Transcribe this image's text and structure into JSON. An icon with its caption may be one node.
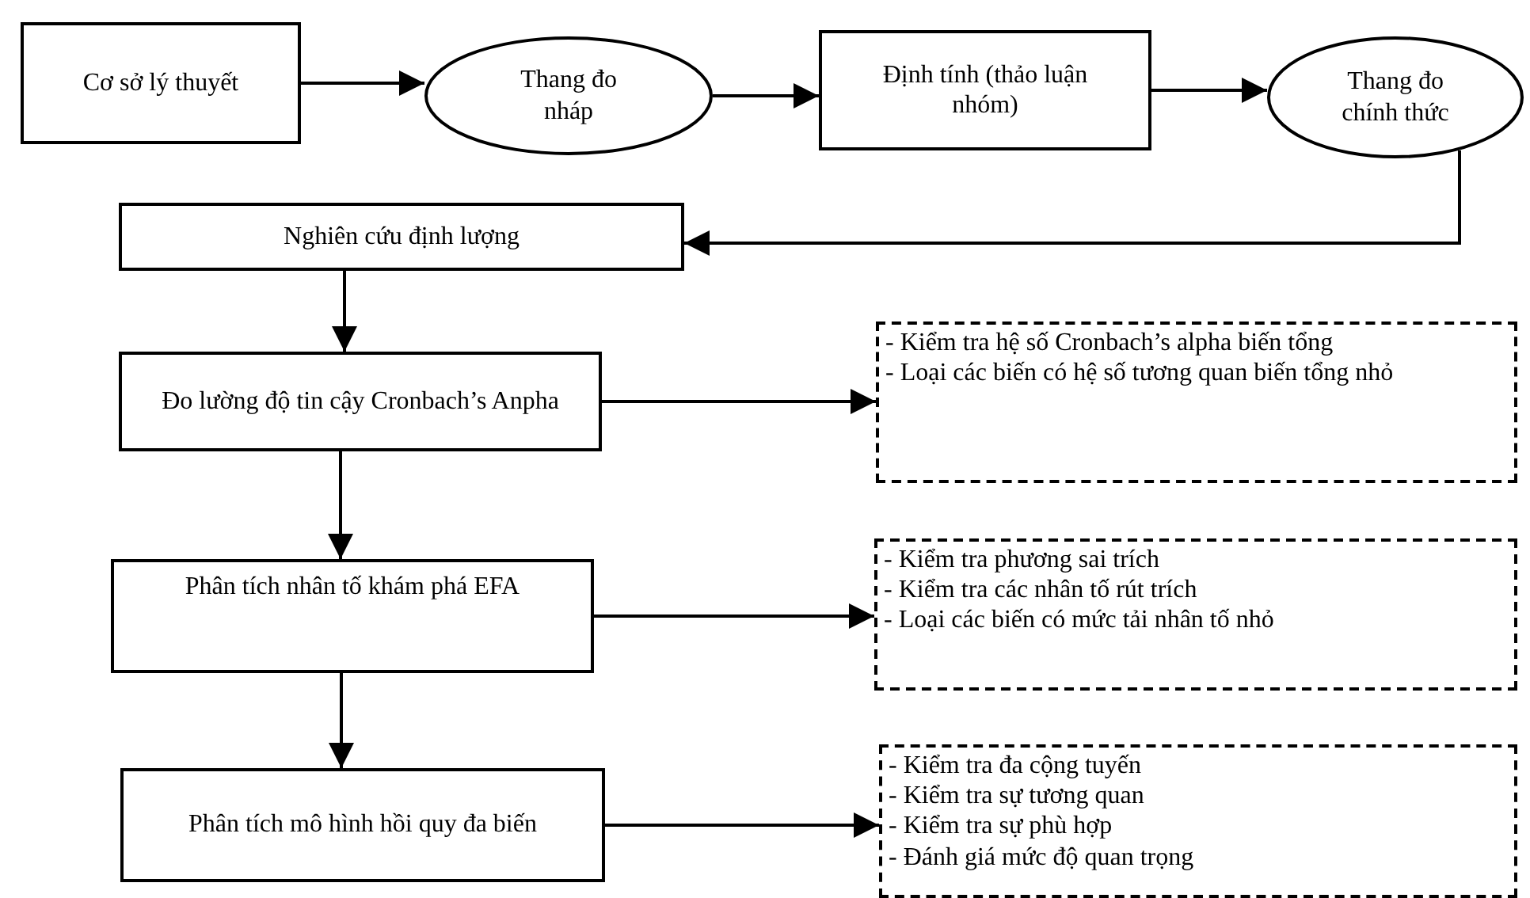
{
  "diagram": {
    "nodes": [
      {
        "text": [
          "Cơ sở lý thuyết"
        ]
      },
      {
        "text": [
          "Thang đo nháp"
        ]
      },
      {
        "text": [
          "Định tính (thảo luận nhóm)"
        ]
      },
      {
        "text": [
          "Thang đo chính thức"
        ]
      },
      {
        "text": [
          "Nghiên cứu định lượng"
        ]
      },
      {
        "text": [
          "Đo lường độ tin cậy Cronbach’s Anpha"
        ]
      },
      {
        "text": [
          "- Kiểm tra hệ số Cronbach’s alpha biến tổng",
          "- Loại các biến có hệ số tương quan biến tổng nhỏ"
        ]
      },
      {
        "text": [
          "Phân tích nhân tố khám phá EFA"
        ]
      },
      {
        "text": [
          "- Kiểm tra phương sai trích",
          "- Kiểm tra các nhân tố rút trích",
          "- Loại các biến có mức tải nhân tố nhỏ"
        ]
      },
      {
        "text": [
          "Phân tích mô hình hồi quy đa biến"
        ]
      },
      {
        "text": [
          "- Kiểm tra đa cộng tuyến",
          "- Kiểm tra sự tương quan",
          "- Kiểm tra sự phù hợp",
          "- Đánh giá mức độ quan trọng"
        ]
      }
    ],
    "edges": [
      {
        "from": 0,
        "to": 1,
        "arrow": "to"
      },
      {
        "from": 1,
        "to": 2,
        "arrow": "to"
      },
      {
        "from": 2,
        "to": 3,
        "arrow": "to"
      },
      {
        "from": 3,
        "to": 4,
        "arrow": "to"
      },
      {
        "from": 4,
        "to": 5,
        "arrow": "to"
      },
      {
        "from": 5,
        "to": 6,
        "arrow": "to"
      },
      {
        "from": 5,
        "to": 7,
        "arrow": "to"
      },
      {
        "from": 7,
        "to": 8,
        "arrow": "to"
      },
      {
        "from": 7,
        "to": 9,
        "arrow": "to"
      },
      {
        "from": 9,
        "to": 10,
        "arrow": "to"
      }
    ]
  }
}
